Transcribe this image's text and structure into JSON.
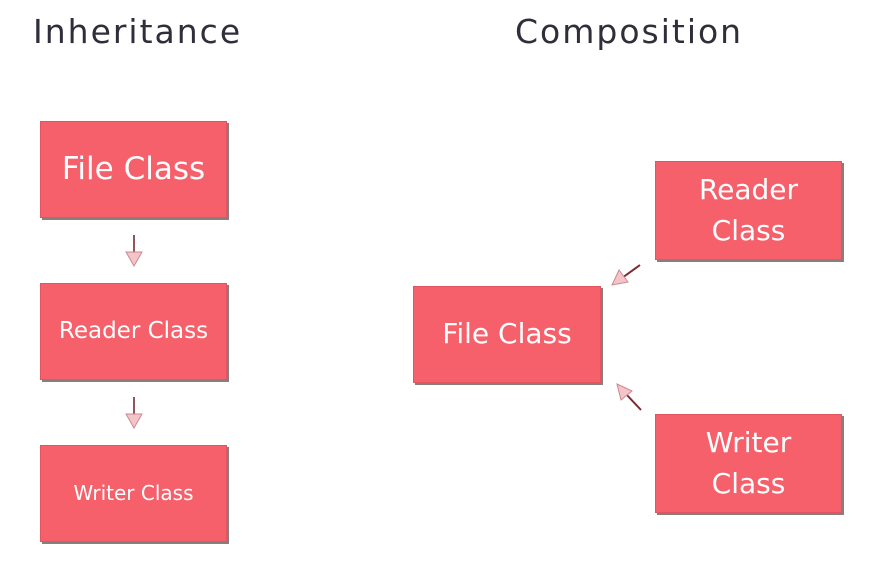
{
  "inheritance": {
    "title": "Inheritance",
    "file_class": "File Class",
    "reader_class": "Reader Class",
    "writer_class": "Writer Class"
  },
  "composition": {
    "title": "Composition",
    "file_class": "File Class",
    "reader_class": [
      "Reader",
      "Class"
    ],
    "writer_class": [
      "Writer",
      "Class"
    ]
  },
  "colors": {
    "box_fill": "#f6606b",
    "box_text": "#ffffff",
    "heading_text": "#2f2e3a",
    "arrow_stroke": "#7a2a32",
    "arrow_head_fill": "#f4c4c8"
  }
}
